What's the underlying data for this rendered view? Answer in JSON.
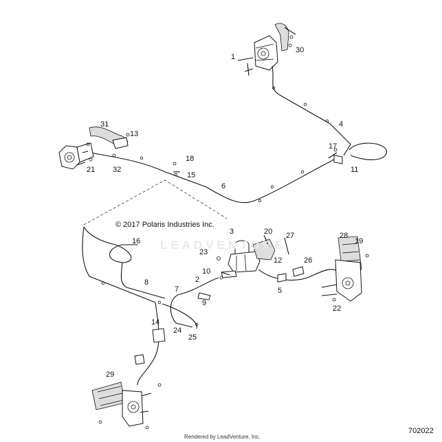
{
  "copyright": "© 2017 Polaris Industries Inc.",
  "watermark": "LEADVENTURE",
  "document_number": "702022",
  "render_credit": "Rendered by LeadVenture, Inc.",
  "callouts": [
    "1",
    "2",
    "3",
    "4",
    "5",
    "6",
    "7",
    "8",
    "9",
    "10",
    "11",
    "12",
    "13",
    "14",
    "15",
    "16",
    "17",
    "18",
    "19",
    "20",
    "21",
    "22",
    "23",
    "24",
    "25",
    "26",
    "27",
    "28",
    "29",
    "30",
    "31",
    "32"
  ]
}
